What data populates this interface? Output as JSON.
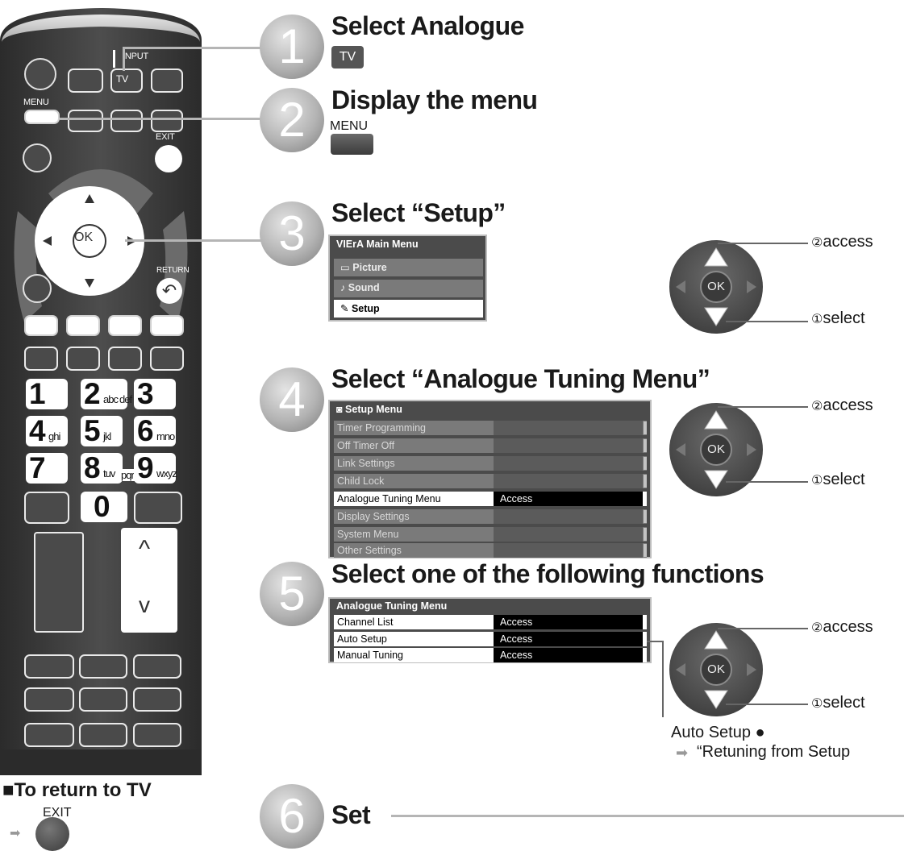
{
  "remote": {
    "input_label": "INPUT",
    "tv_label": "TV",
    "menu_label": "MENU",
    "exit_label": "EXIT",
    "ok_label": "OK",
    "return_label": "RETURN",
    "numbers": [
      {
        "digit": "1",
        "letters": ""
      },
      {
        "digit": "2",
        "letters": "abc"
      },
      {
        "digit": "3",
        "letters": "def"
      },
      {
        "digit": "4",
        "letters": "ghi"
      },
      {
        "digit": "5",
        "letters": "jkl"
      },
      {
        "digit": "6",
        "letters": "mno"
      },
      {
        "digit": "7",
        "letters": ""
      },
      {
        "digit": "8",
        "letters": "tuv"
      },
      {
        "digit": "9",
        "letters": "wxyz"
      },
      {
        "digit": "0",
        "letters": ""
      }
    ],
    "pqrs": "pqrs"
  },
  "return_to_tv": {
    "title": "■To return to TV",
    "exit_label": "EXIT",
    "arrow": "➡"
  },
  "steps": [
    {
      "number": "1",
      "heading": "Select Analogue",
      "button": "TV"
    },
    {
      "number": "2",
      "heading": "Display the menu",
      "button": "MENU"
    },
    {
      "number": "3",
      "heading": "Select “Setup”"
    },
    {
      "number": "4",
      "heading": "Select “Analogue Tuning Menu”"
    },
    {
      "number": "5",
      "heading": "Select one of the following functions"
    },
    {
      "number": "6",
      "heading": "Set"
    }
  ],
  "main_menu": {
    "brand": "VIErA",
    "title": "Main Menu",
    "items": [
      {
        "icon": "picture-icon",
        "glyph": "▭",
        "label": "Picture"
      },
      {
        "icon": "sound-icon",
        "glyph": "♪",
        "label": "Sound"
      },
      {
        "icon": "setup-icon",
        "glyph": "✎",
        "label": "Setup"
      }
    ]
  },
  "setup_menu": {
    "title": "Setup Menu",
    "items": [
      {
        "label": "Timer Programming",
        "value": ""
      },
      {
        "label": "Off Timer Off",
        "value": ""
      },
      {
        "label": "Link Settings",
        "value": ""
      },
      {
        "label": "Child Lock",
        "value": ""
      },
      {
        "label": "Analogue Tuning Menu",
        "value": "Access"
      },
      {
        "label": "Display Settings",
        "value": ""
      },
      {
        "label": "System Menu",
        "value": ""
      },
      {
        "label": "Other Settings",
        "value": ""
      }
    ]
  },
  "tuning_menu": {
    "title": "Analogue Tuning Menu",
    "items": [
      {
        "label": "Channel List",
        "value": "Access"
      },
      {
        "label": "Auto Setup",
        "value": "Access"
      },
      {
        "label": "Manual Tuning",
        "value": "Access"
      }
    ]
  },
  "pad": {
    "ok_label": "OK",
    "access_num": "②",
    "access_label": "access",
    "select_num": "①",
    "select_label": "select"
  },
  "note": {
    "line1": "Auto Setup ●",
    "arrow": "➡",
    "line2": "“Retuning from Setup"
  },
  "colors": {
    "remote_body": "#3c3c3c",
    "step_circle": "#a9a9a9",
    "menu_bg": "#4b4b4b",
    "selected_row": "#ffffff"
  }
}
